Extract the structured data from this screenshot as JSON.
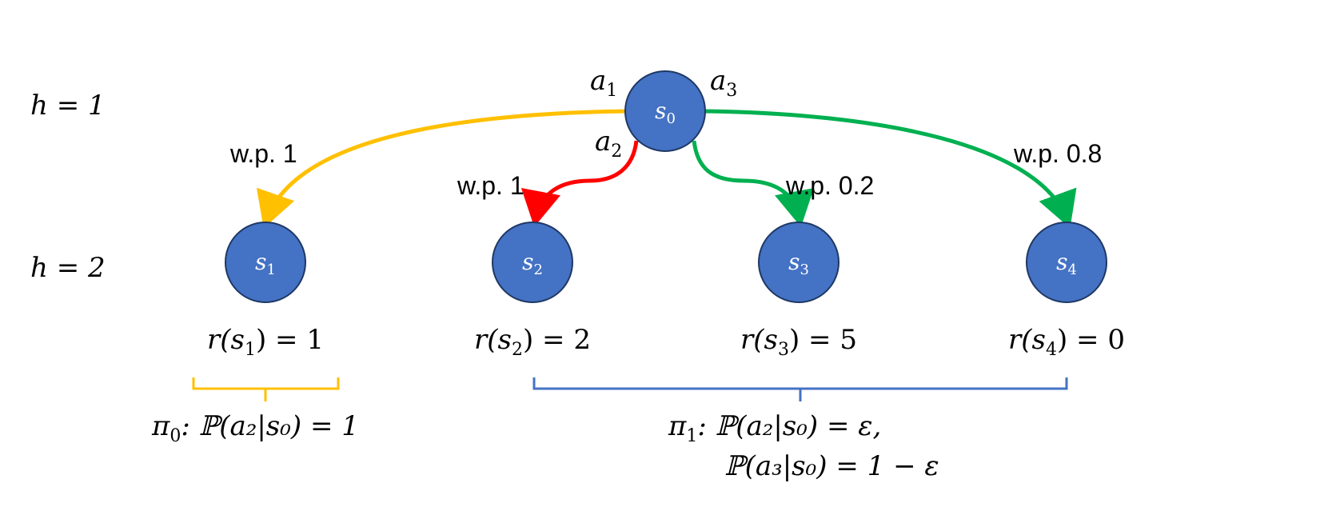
{
  "levels": {
    "h1": "h = 1",
    "h2": "h = 2"
  },
  "nodes": {
    "s0": {
      "name": "s",
      "sub": "0"
    },
    "s1": {
      "name": "s",
      "sub": "1"
    },
    "s2": {
      "name": "s",
      "sub": "2"
    },
    "s3": {
      "name": "s",
      "sub": "3"
    },
    "s4": {
      "name": "s",
      "sub": "4"
    }
  },
  "actions": {
    "a1": {
      "name": "a",
      "sub": "1"
    },
    "a2": {
      "name": "a",
      "sub": "2"
    },
    "a3": {
      "name": "a",
      "sub": "3"
    }
  },
  "edge_labels": {
    "a1_s1": "w.p. 1",
    "a2_s2": "w.p. 1",
    "a3_s3": "w.p. 0.2",
    "a3_s4": "w.p. 0.8"
  },
  "rewards": {
    "r1": {
      "pre": "r(s",
      "sub": "1",
      "post": ") = 1"
    },
    "r2": {
      "pre": "r(s",
      "sub": "2",
      "post": ") = 2"
    },
    "r3": {
      "pre": "r(s",
      "sub": "3",
      "post": ") = 5"
    },
    "r4": {
      "pre": "r(s",
      "sub": "4",
      "post": ") = 0"
    }
  },
  "policies": {
    "pi0": {
      "name": "π",
      "sub": "0",
      "line1": ": ℙ(a₂|s₀) = 1"
    },
    "pi1": {
      "name": "π",
      "sub": "1",
      "line1": ": ℙ(a₂|s₀) = ε,",
      "line2": "ℙ(a₃|s₀) = 1 − ε"
    }
  },
  "colors": {
    "node_fill": "#4472C4",
    "node_stroke": "#1F3864",
    "a1_arrow": "#FFC000",
    "a2_arrow": "#FF0000",
    "a3_arrow": "#00B050",
    "brace_pi0": "#FFC000",
    "brace_pi1": "#4472C4"
  }
}
